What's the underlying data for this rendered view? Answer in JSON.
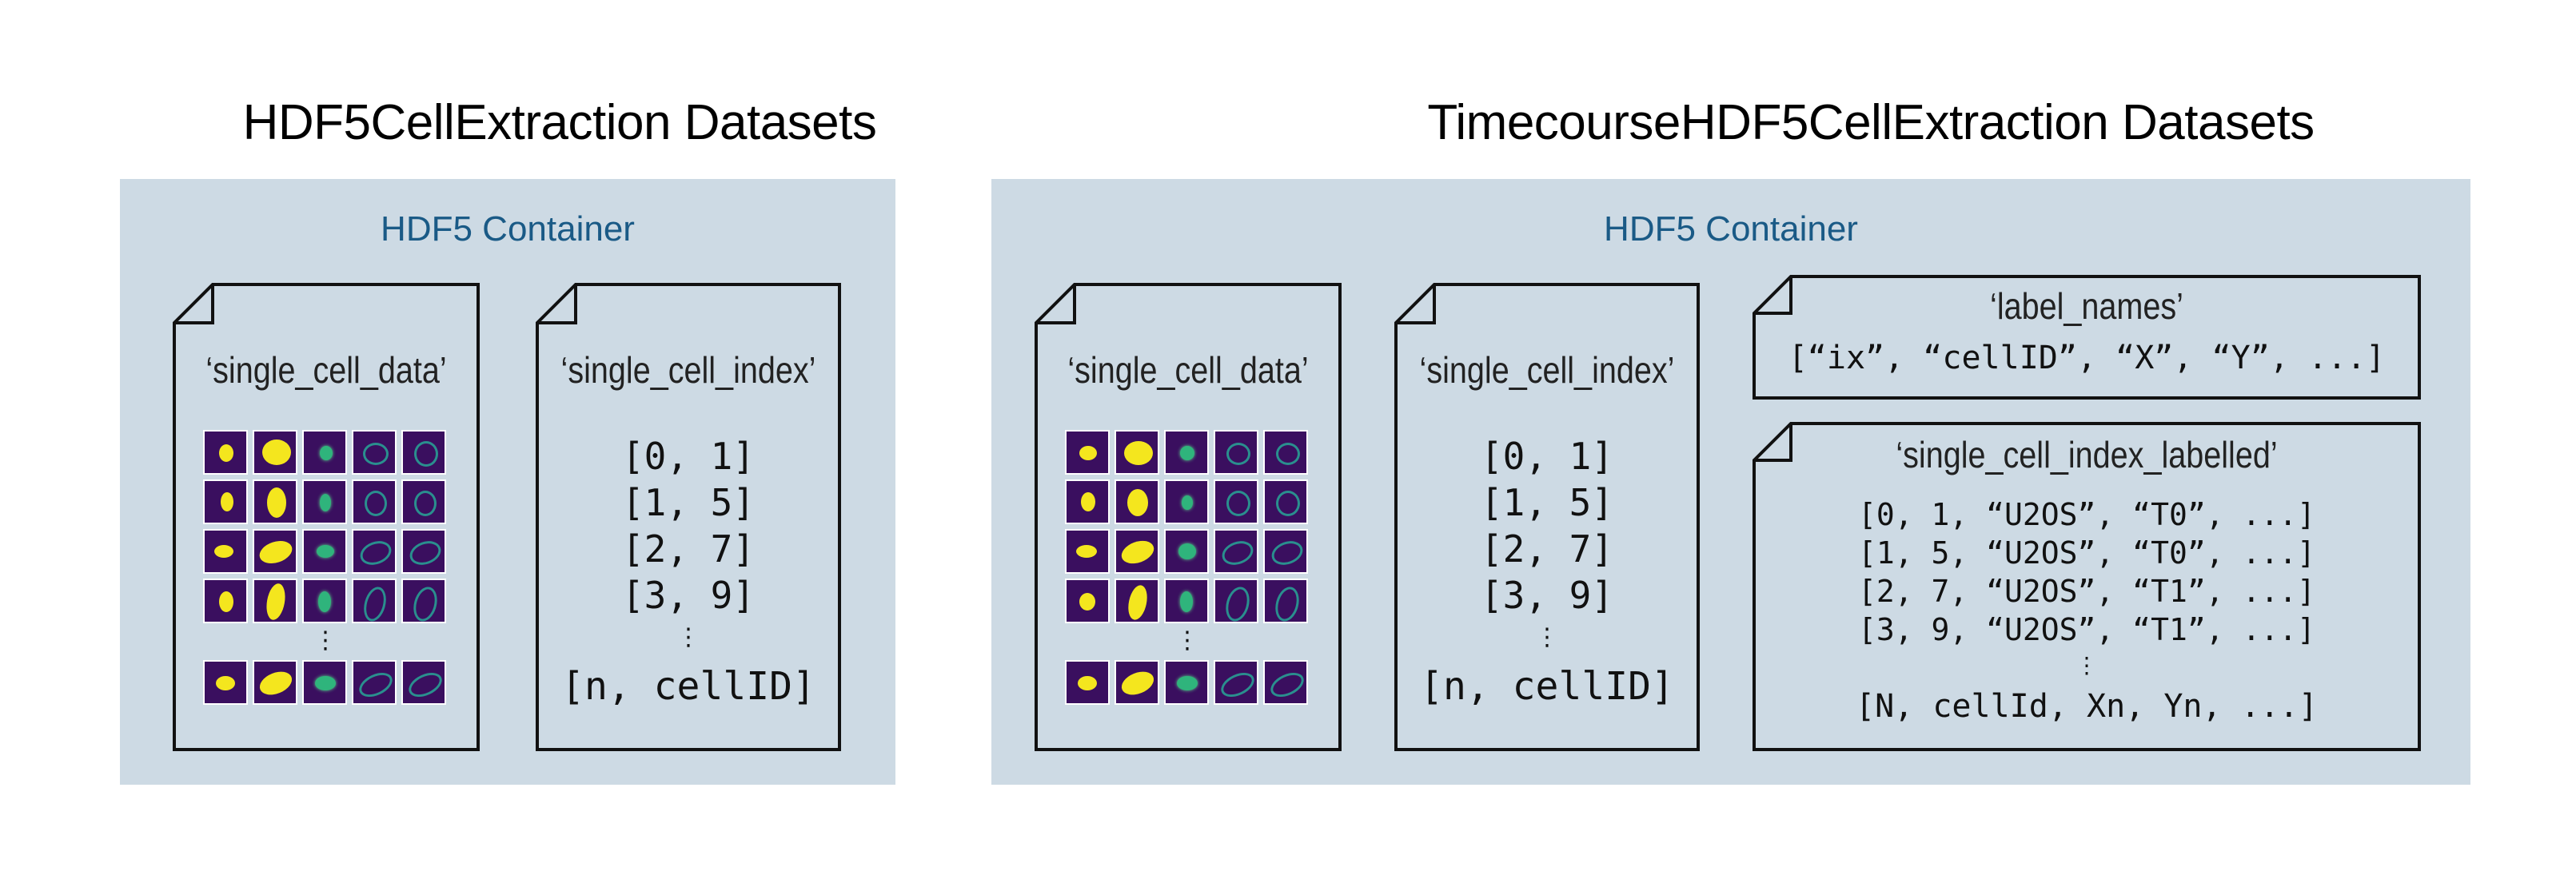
{
  "left_panel": {
    "title": "HDF5CellExtraction Datasets",
    "container_label": "HDF5 Container",
    "doc_cell_data": {
      "title": "‘single_cell_data’"
    },
    "doc_cell_index": {
      "title": "‘single_cell_index’",
      "rows": [
        "[0, 1]",
        "[1, 5]",
        "[2, 7]",
        "[3, 9]"
      ],
      "ellipsis": "⋮",
      "last_row": "[n, cellID]"
    }
  },
  "right_panel": {
    "title": "TimecourseHDF5CellExtraction Datasets",
    "container_label": "HDF5 Container",
    "doc_cell_data": {
      "title": "‘single_cell_data’"
    },
    "doc_cell_index": {
      "title": "‘single_cell_index’",
      "rows": [
        "[0, 1]",
        "[1, 5]",
        "[2, 7]",
        "[3, 9]"
      ],
      "ellipsis": "⋮",
      "last_row": "[n, cellID]"
    },
    "doc_label_names": {
      "title": "‘label_names’",
      "content": "[“ix”, “cellID”, “X”, “Y”, ...]"
    },
    "doc_index_labelled": {
      "title": "‘single_cell_index_labelled’",
      "rows": [
        "[0, 1, “U2OS”, “T0”, ...]",
        "[1, 5, “U2OS”, “T0”, ...]",
        "[2, 7, “U2OS”, “T1”, ...]",
        "[3, 9, “U2OS”, “T1”, ...]"
      ],
      "ellipsis": "⋮",
      "last_row": "[N, cellId, Xn, Yn, ...]"
    }
  },
  "colors": {
    "container_bg": "#cddae4",
    "container_label": "#1a5a86",
    "cell_bg": "#3a0f5f",
    "mask_yellow": "#f4e61e",
    "signal_green": "#2fb47c"
  },
  "icons": {
    "thumbnail": "single-cell-image-thumbnail",
    "document": "document-folded-corner-icon"
  }
}
